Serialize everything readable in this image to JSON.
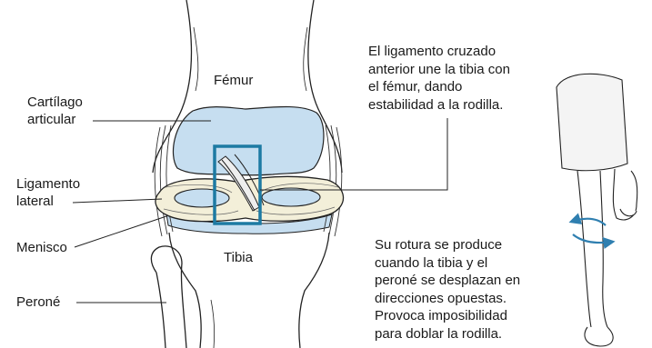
{
  "labels": {
    "femur": "Fémur",
    "tibia": "Tibia",
    "cartilage": "Cartílago\narticular",
    "lateral_ligament": "Ligamento\nlateral",
    "meniscus": "Menisco",
    "fibula": "Peroné"
  },
  "callouts": {
    "acl": "El ligamento cruzado\nanterior une la tibia con\nel fémur, dando\nestabilidad a la rodilla.",
    "rupture": "Su rotura se produce\ncuando la tibia y el\nperoné se desplazan en\ndirecciones opuestas.\nProvoca imposibilidad\npara doblar la rodilla."
  },
  "colors": {
    "cartilage": "#c6def0",
    "highlight_box": "#1d7aa3",
    "motion_arrows": "#2f7fb0",
    "meniscus": "#f3efd9",
    "line": "#222222"
  }
}
